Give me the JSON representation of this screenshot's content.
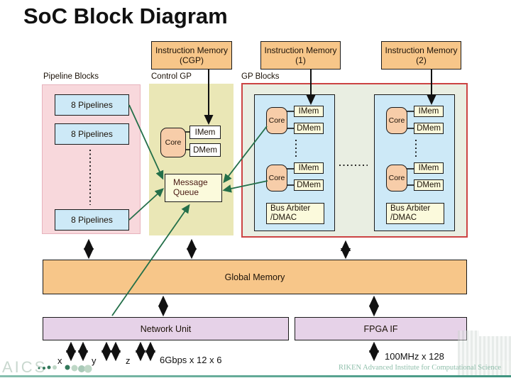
{
  "title": "SoC Block Diagram",
  "top_memories": [
    {
      "label": "Instruction Memory (CGP)"
    },
    {
      "label": "Instruction Memory (1)"
    },
    {
      "label": "Instruction Memory (2)"
    }
  ],
  "pipeline_section": {
    "label": "Pipeline Blocks",
    "boxes": [
      "8 Pipelines",
      "8 Pipelines",
      "8 Pipelines"
    ]
  },
  "control_gp": {
    "label": "Control GP",
    "core": "Core",
    "imem": "IMem",
    "dmem": "DMem",
    "message_queue": "Message Queue"
  },
  "gp_blocks": {
    "label": "GP Blocks",
    "panels": [
      {
        "rows": [
          {
            "core": "Core",
            "imem": "IMem",
            "dmem": "DMem"
          },
          {
            "core": "Core",
            "imem": "IMem",
            "dmem": "DMem"
          }
        ],
        "bus": "Bus Arbiter /DMAC"
      },
      {
        "rows": [
          {
            "core": "Core",
            "imem": "IMem",
            "dmem": "DMem"
          },
          {
            "core": "Core",
            "imem": "IMem",
            "dmem": "DMem"
          }
        ],
        "bus": "Bus Arbiter /DMAC"
      }
    ]
  },
  "global_memory": "Global Memory",
  "network_unit": "Network Unit",
  "fpga_if": "FPGA IF",
  "annotations": {
    "axis_x": "x",
    "axis_y": "y",
    "axis_z": "z",
    "network_bandwidth": "6Gbps x 12 x 6",
    "fpga_bandwidth": "100MHz x 128"
  },
  "footer": {
    "brand": "AICS",
    "credit": "RIKEN Advanced Institute for Computational Science"
  },
  "colors": {
    "memory_orange": "#f7c689",
    "pipeline_pink": "#f8d8dc",
    "panel_blue": "#cde9f7",
    "control_khaki": "#eae7b6",
    "cell_pale_yellow": "#fbfadc",
    "io_lavender": "#e6d2e8",
    "gp_red_border": "#cc4343",
    "arrow_green": "#236f49",
    "footer_green": "#4d9e8c"
  }
}
